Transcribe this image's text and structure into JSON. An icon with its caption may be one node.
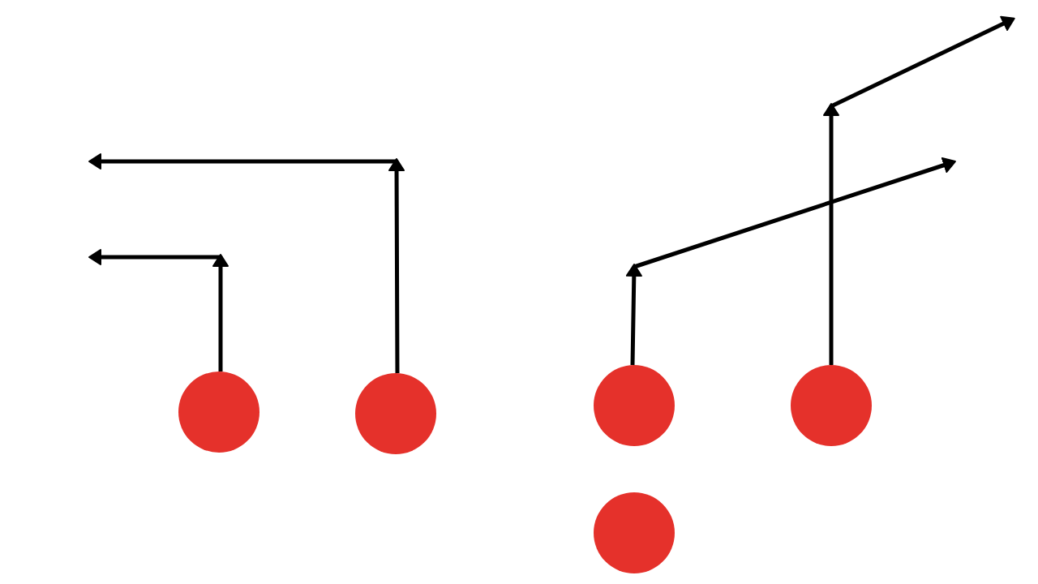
{
  "diagram": {
    "nodes": [
      {
        "text": [],
        "shape": "circle"
      },
      {
        "text": [],
        "shape": "circle"
      },
      {
        "text": [],
        "shape": "circle"
      },
      {
        "text": [],
        "shape": "circle"
      },
      {
        "text": [],
        "shape": "circle"
      }
    ],
    "edges": [
      {
        "from": 0,
        "to": null,
        "arrow": "to"
      },
      {
        "from": 1,
        "to": null,
        "arrow": "to"
      },
      {
        "from": 2,
        "to": null,
        "arrow": "to"
      },
      {
        "from": 3,
        "to": null,
        "arrow": "to"
      }
    ]
  }
}
